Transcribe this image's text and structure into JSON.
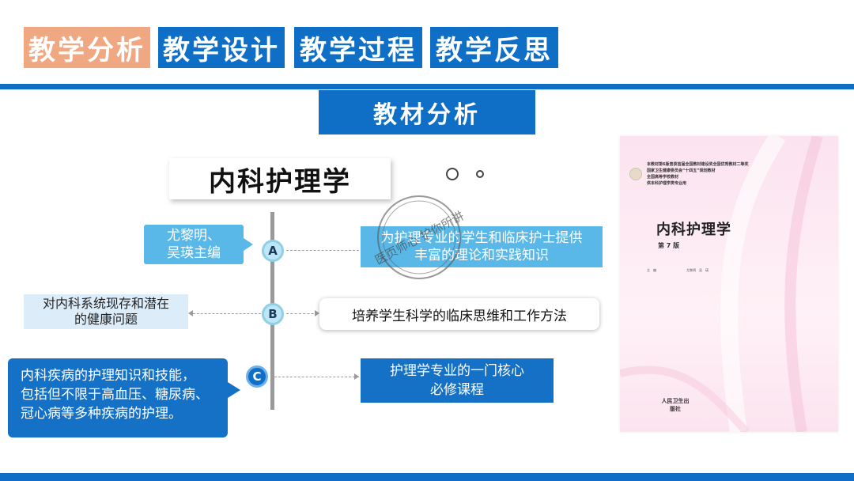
{
  "tabs": [
    {
      "label": "教学分析",
      "active": true
    },
    {
      "label": "教学设计",
      "active": false
    },
    {
      "label": "教学过程",
      "active": false
    },
    {
      "label": "教学反思",
      "active": false
    }
  ],
  "section_title": "教材分析",
  "book_title": "内科护理学",
  "nodes": {
    "a": "A",
    "b": "B",
    "c": "C"
  },
  "left": {
    "a": [
      "尤黎明、",
      "吴瑛主编"
    ],
    "b": [
      "对内科系统现存和潜在",
      "的健康问题"
    ],
    "c": [
      "内科疾病的护理知识和技能，",
      "包括但不限于高血压、糖尿病、",
      "冠心病等多种疾病的护理。"
    ]
  },
  "right": {
    "a": [
      "为护理专业的学生和临床护士提供",
      "丰富的理论和实践知识"
    ],
    "b": "培养学生科学的临床思维和工作方法",
    "c": [
      "护理学专业的一门核心",
      "必修课程"
    ]
  },
  "watermark": "医页师心 护你所讲",
  "cover": {
    "top_lines": [
      "本教材第6版曾获首届全国教材建设奖全国优秀教材二等奖",
      "国家卫生健康委员会“十四五”规划教材",
      "全国高等学校教材",
      "供本科护理学类专业用"
    ],
    "title": "内科护理学",
    "edition": "第 7 版",
    "editor_label": "主　编",
    "editor_names": "尤黎明　吴　瑛",
    "publisher": "人民卫生出版社"
  },
  "colors": {
    "accent": "#0f6fc6",
    "active_tab": "#f0a883",
    "light_blue": "#59b8e8"
  }
}
